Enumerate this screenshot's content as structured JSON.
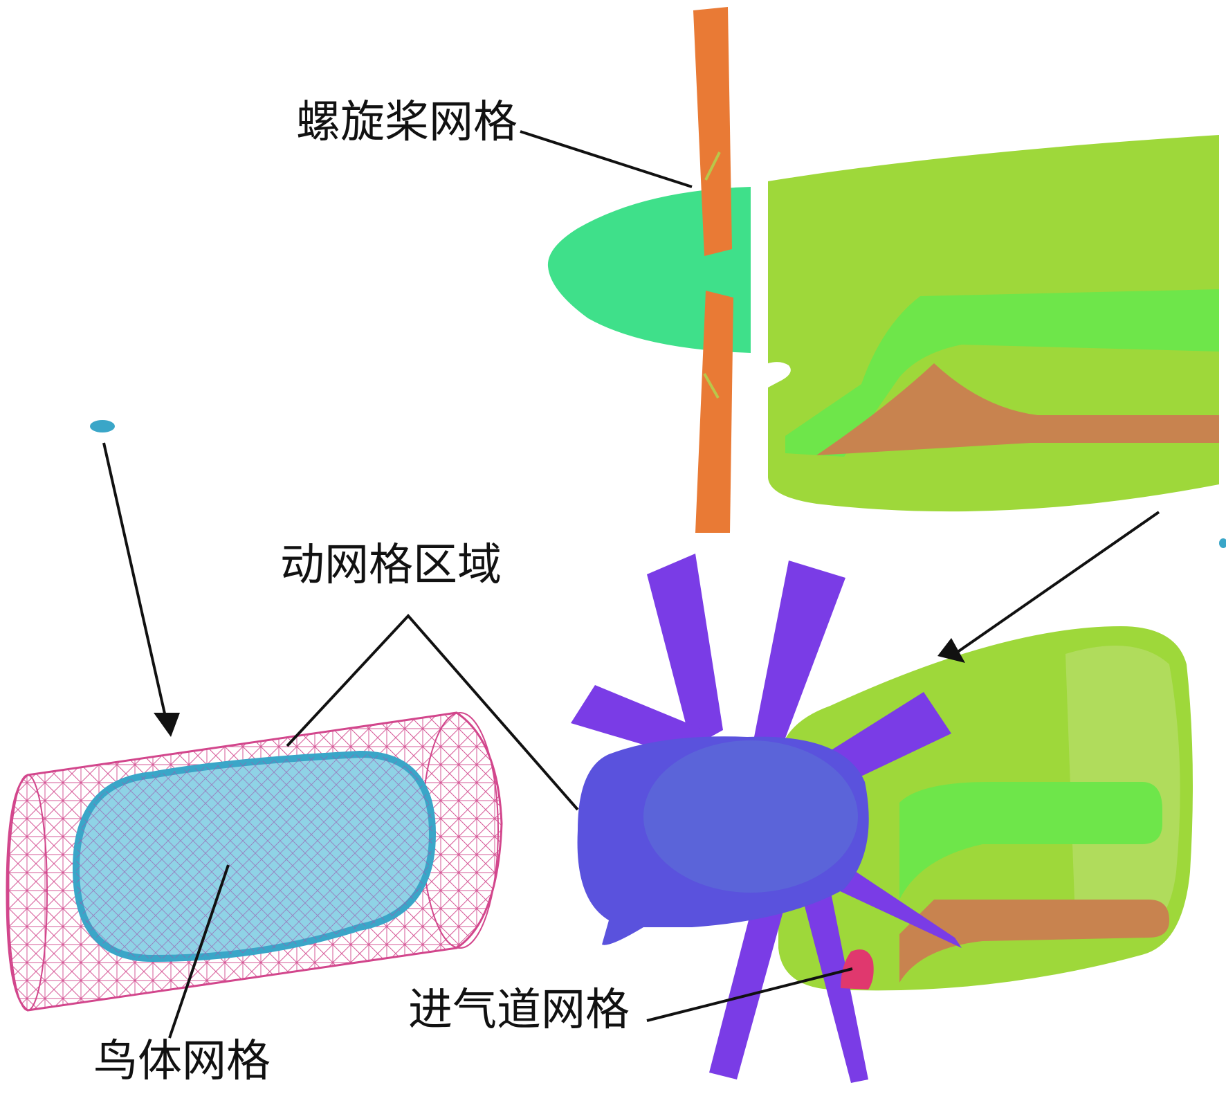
{
  "labels": {
    "propeller_mesh": "螺旋桨网格",
    "dynamic_mesh_region": "动网格区域",
    "inlet_mesh": "进气道网格",
    "bird_body_mesh": "鸟体网格"
  },
  "colors": {
    "background": "#ffffff",
    "propeller_blade": "#e97a35",
    "spinner": "#3fe08a",
    "nacelle": "#9ed83a",
    "inlet_duct": "#6ee64a",
    "exhaust_duct": "#c8834f",
    "dynamic_blades": "#7a3ce6",
    "dynamic_hub": "#5a52dd",
    "bird_cylinder_mesh": "#d2468c",
    "bird_body": "#3aa6c8",
    "inlet_marker": "#e0386e",
    "leader_lines": "#111111"
  }
}
